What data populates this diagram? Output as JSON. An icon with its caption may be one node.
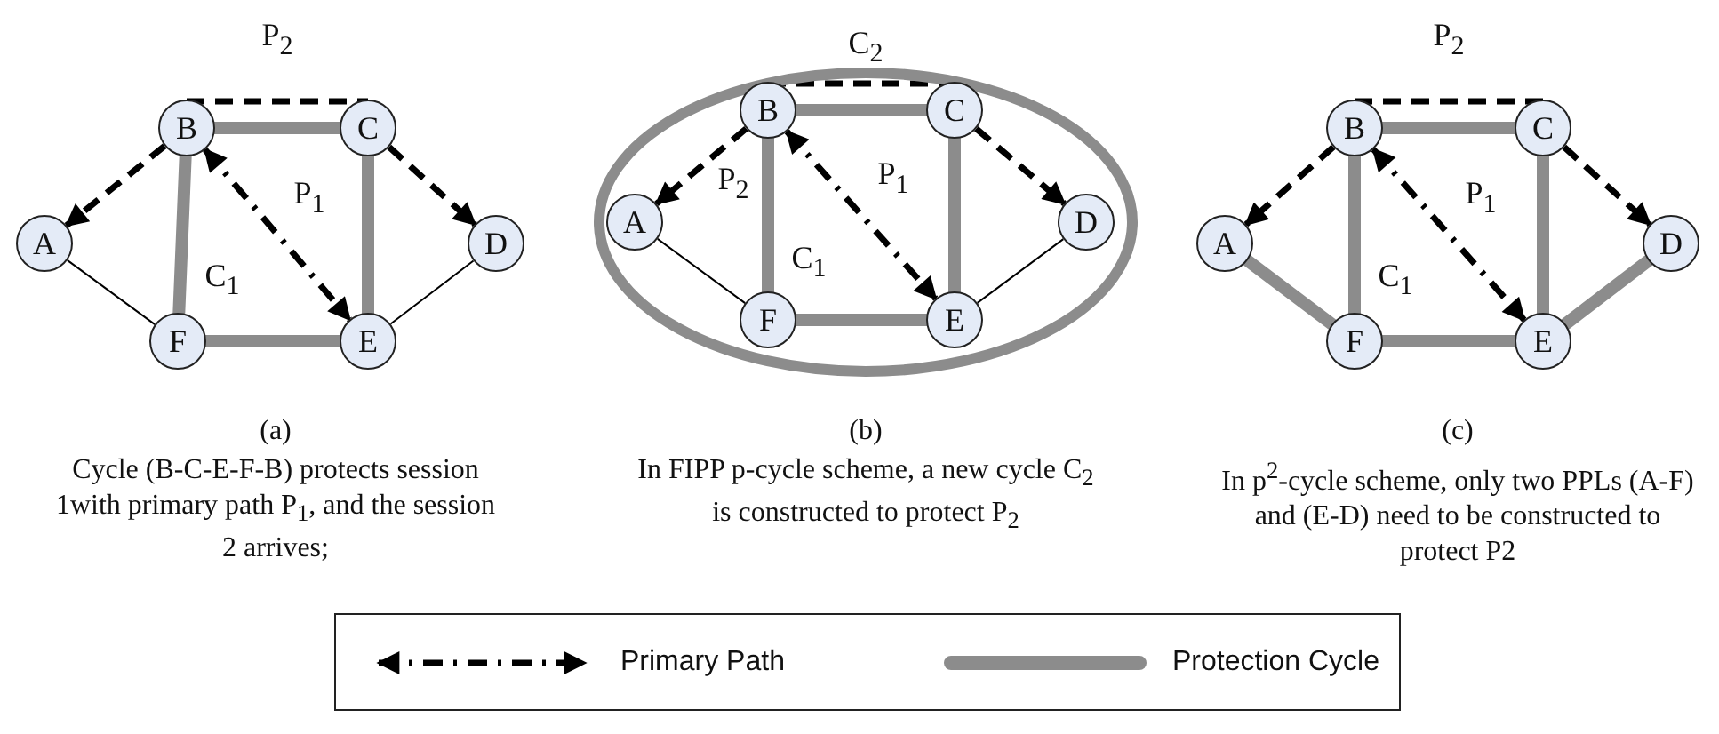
{
  "diagram": {
    "nodes": [
      {
        "text": [
          "A"
        ]
      },
      {
        "text": [
          "B"
        ]
      },
      {
        "text": [
          "C"
        ]
      },
      {
        "text": [
          "D"
        ]
      },
      {
        "text": [
          "E"
        ]
      },
      {
        "text": [
          "F"
        ]
      },
      {
        "text": [
          "C$_{2}$"
        ]
      },
      {
        "text": [
          "A"
        ],
        "in": 6
      },
      {
        "text": [
          "B"
        ],
        "in": 6
      },
      {
        "text": [
          "C"
        ],
        "in": 6
      },
      {
        "text": [
          "D"
        ],
        "in": 6
      },
      {
        "text": [
          "E"
        ],
        "in": 6
      },
      {
        "text": [
          "F"
        ],
        "in": 6
      },
      {
        "text": [
          "A"
        ]
      },
      {
        "text": [
          "B"
        ]
      },
      {
        "text": [
          "C"
        ]
      },
      {
        "text": [
          "D"
        ]
      },
      {
        "text": [
          "E"
        ]
      },
      {
        "text": [
          "F"
        ]
      }
    ],
    "edges": [
      {
        "from": 1,
        "to": 2,
        "arrow": "none",
        "style": "thick",
        "color": "#8c8c8c"
      },
      {
        "from": 2,
        "to": 4,
        "arrow": "none",
        "style": "thick",
        "color": "#8c8c8c"
      },
      {
        "from": 4,
        "to": 5,
        "arrow": "none",
        "style": "thick",
        "color": "#8c8c8c"
      },
      {
        "from": 5,
        "to": 1,
        "arrow": "none",
        "style": "thick",
        "color": "#8c8c8c"
      },
      {
        "from": 1,
        "to": 0,
        "arrow": "to",
        "style": "dashed"
      },
      {
        "from": 1,
        "to": 2,
        "arrow": "none",
        "style": "dashed",
        "label": "P$_{2}$"
      },
      {
        "from": 2,
        "to": 3,
        "arrow": "to",
        "style": "dashed"
      },
      {
        "from": 1,
        "to": 4,
        "arrow": "both",
        "style": "dashed",
        "label": "P$_{1}$"
      },
      {
        "from": 0,
        "to": 5,
        "arrow": "none"
      },
      {
        "from": 4,
        "to": 3,
        "arrow": "none"
      },
      {
        "from": 8,
        "to": 9,
        "arrow": "none",
        "style": "thick",
        "color": "#8c8c8c"
      },
      {
        "from": 9,
        "to": 11,
        "arrow": "none",
        "style": "thick",
        "color": "#8c8c8c"
      },
      {
        "from": 11,
        "to": 12,
        "arrow": "none",
        "style": "thick",
        "color": "#8c8c8c"
      },
      {
        "from": 12,
        "to": 8,
        "arrow": "none",
        "style": "thick",
        "color": "#8c8c8c"
      },
      {
        "from": 8,
        "to": 7,
        "arrow": "to",
        "style": "dashed",
        "label": "P$_{2}$"
      },
      {
        "from": 8,
        "to": 9,
        "arrow": "none",
        "style": "dashed"
      },
      {
        "from": 9,
        "to": 10,
        "arrow": "to",
        "style": "dashed"
      },
      {
        "from": 8,
        "to": 11,
        "arrow": "both",
        "style": "dashed",
        "label": "P$_{1}$"
      },
      {
        "from": 7,
        "to": 12,
        "arrow": "none"
      },
      {
        "from": 11,
        "to": 10,
        "arrow": "none"
      },
      {
        "from": 14,
        "to": 15,
        "arrow": "none",
        "style": "thick",
        "color": "#8c8c8c"
      },
      {
        "from": 15,
        "to": 17,
        "arrow": "none",
        "style": "thick",
        "color": "#8c8c8c"
      },
      {
        "from": 17,
        "to": 18,
        "arrow": "none",
        "style": "thick",
        "color": "#8c8c8c"
      },
      {
        "from": 18,
        "to": 14,
        "arrow": "none",
        "style": "thick",
        "color": "#8c8c8c"
      },
      {
        "from": 14,
        "to": 13,
        "arrow": "to",
        "style": "dashed"
      },
      {
        "from": 14,
        "to": 15,
        "arrow": "none",
        "style": "dashed",
        "label": "P$_{2}$"
      },
      {
        "from": 15,
        "to": 16,
        "arrow": "to",
        "style": "dashed"
      },
      {
        "from": 14,
        "to": 17,
        "arrow": "both",
        "style": "dashed",
        "label": "P$_{1}$"
      },
      {
        "from": 13,
        "to": 18,
        "arrow": "none",
        "style": "thick",
        "color": "#8c8c8c"
      },
      {
        "from": 17,
        "to": 16,
        "arrow": "none",
        "style": "thick",
        "color": "#8c8c8c"
      }
    ],
    "labels": [
      "C$_{1}$",
      "(a)",
      "Cycle (B-C-E-F-B) protects session 1with primary path P$_{1}$, and the session 2 arrives;",
      "C$_{1}$",
      "(b)",
      "In FIPP p-cycle scheme, a new cycle C$_{2}$ is constructed to protect P$_{2}$",
      "C$_{1}$",
      "(c)",
      "In p$^{2}$-cycle scheme, only two PPLs (A-F) and (E-D) need to be constructed to protect P2"
    ],
    "legend": [
      {
        "text": "Primary Path"
      },
      {
        "text": "Protection Cycle"
      }
    ]
  }
}
